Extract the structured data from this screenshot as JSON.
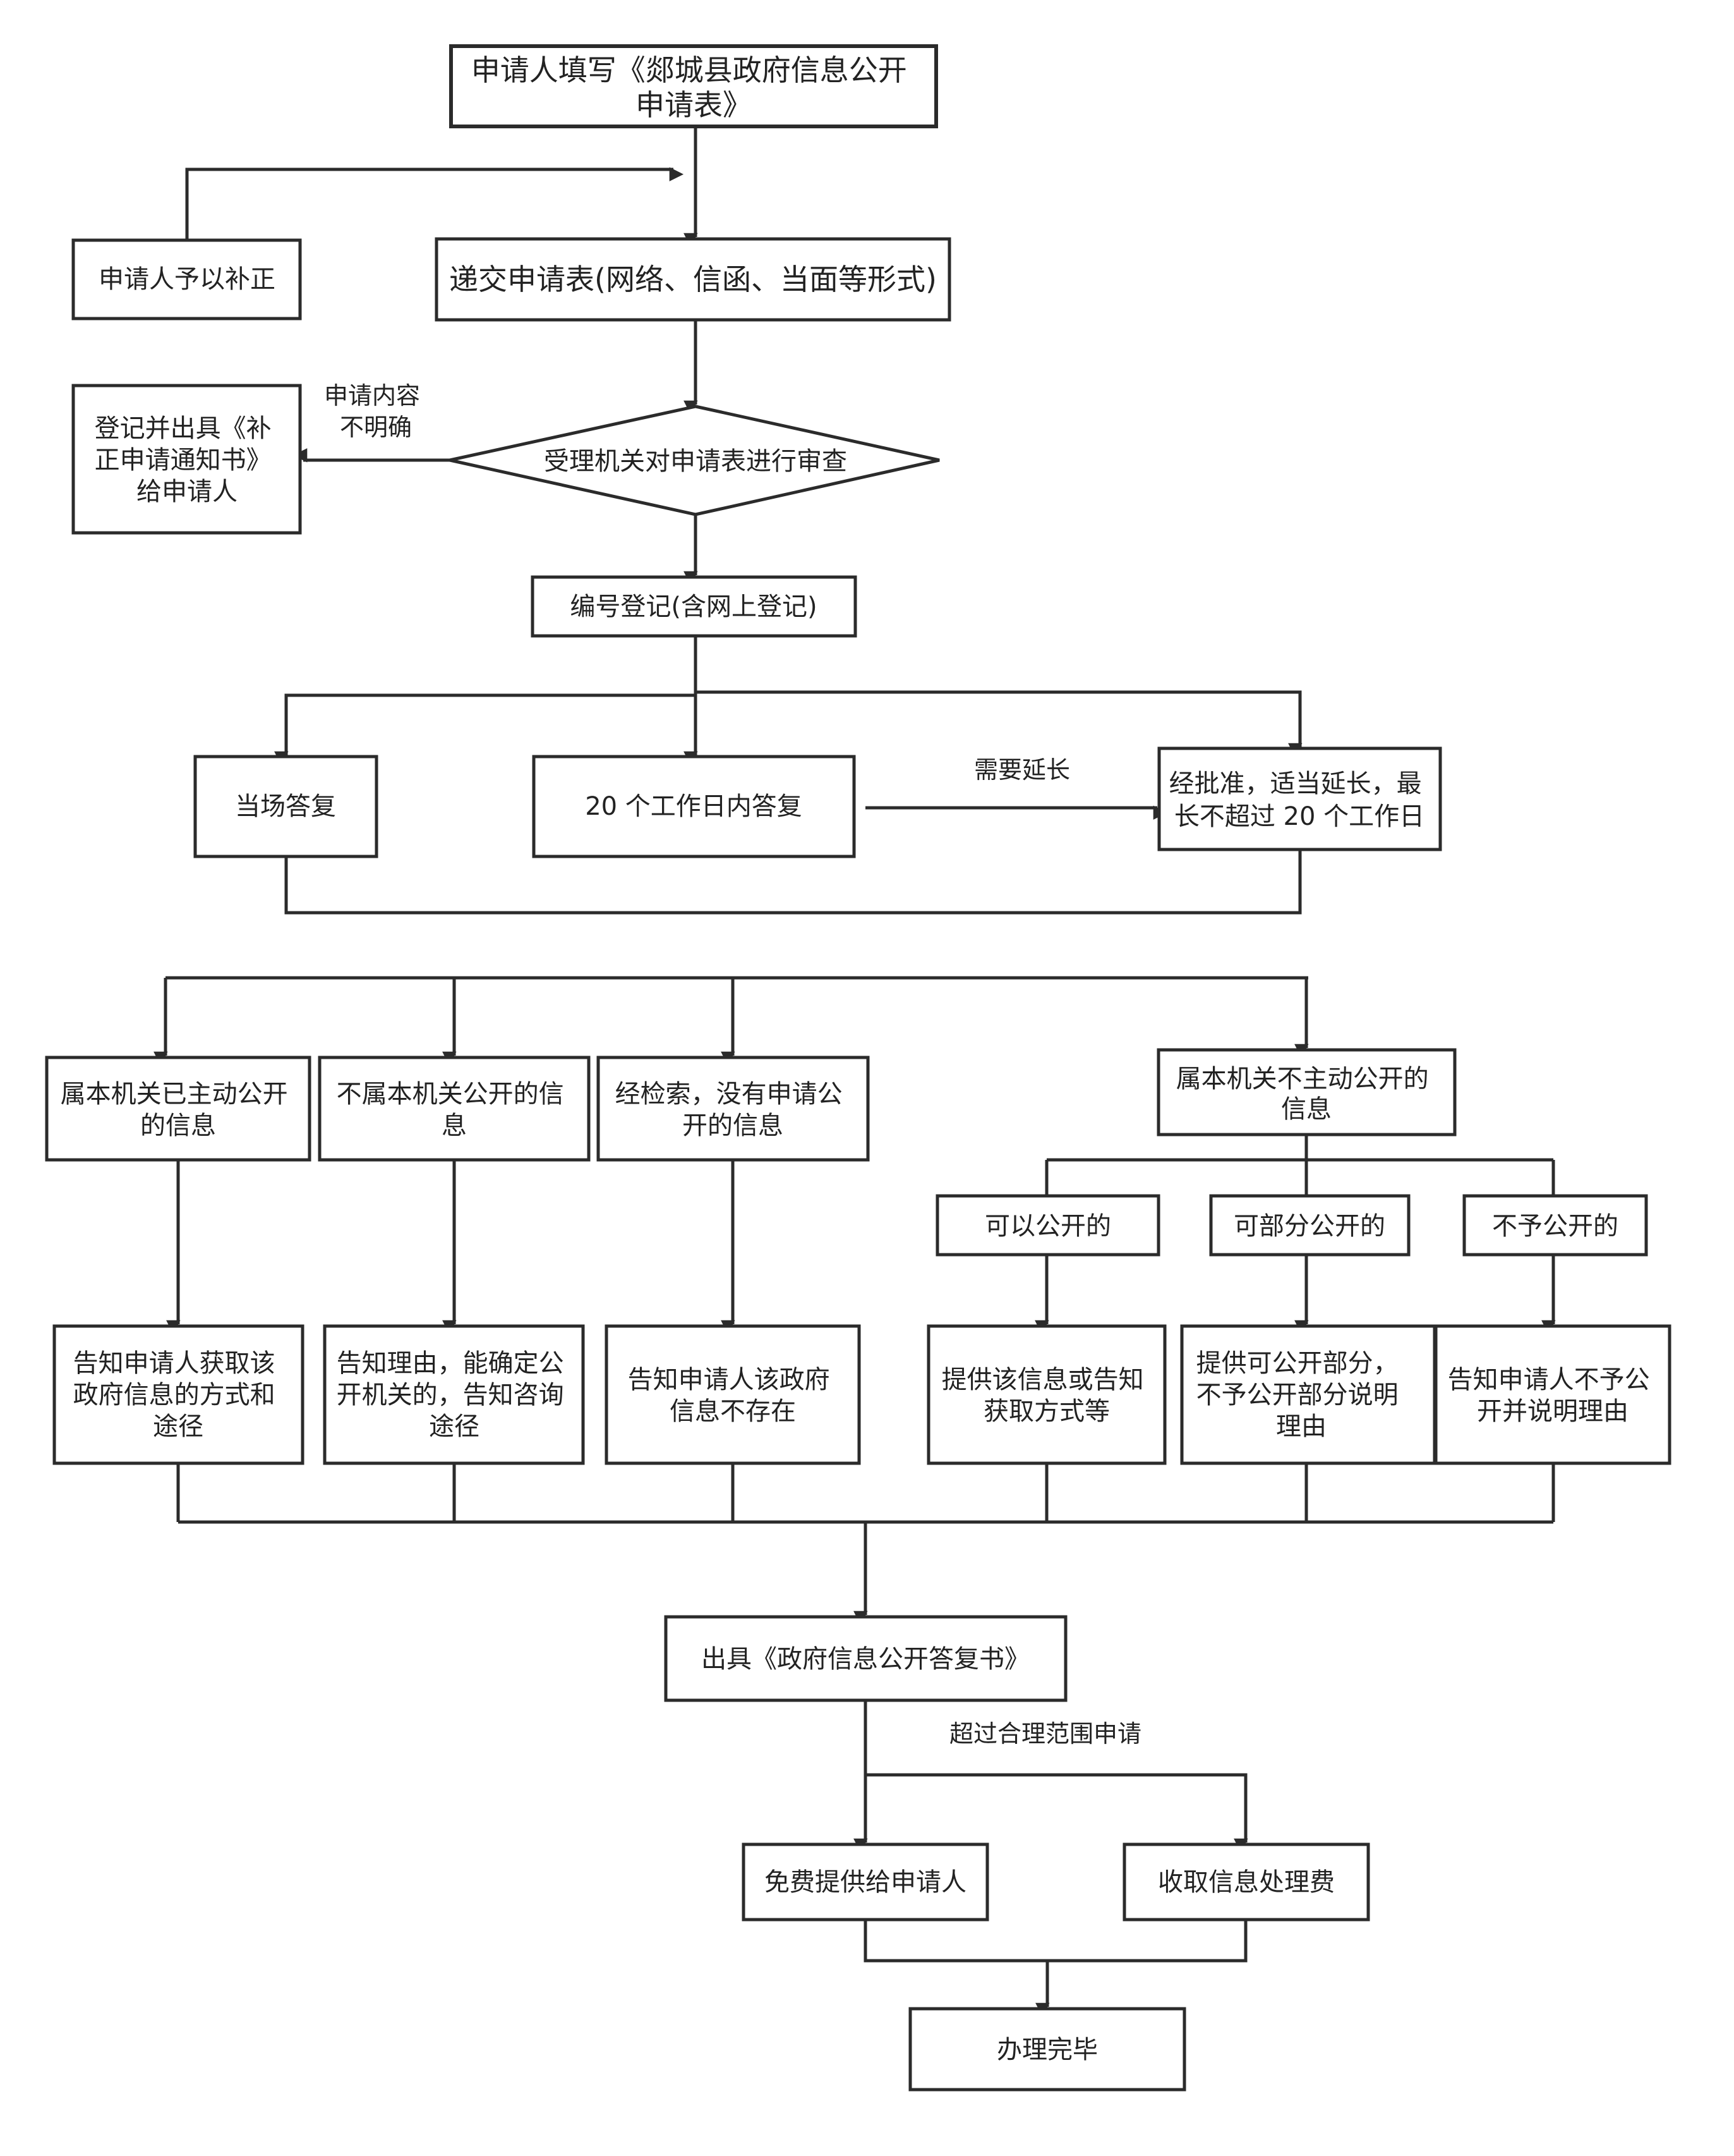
{
  "nodes": {
    "apply_form": {
      "lines": [
        "申请人填写《郯城县政府信息公开",
        "申请表》"
      ]
    },
    "correct": {
      "lines": [
        "申请人予以补正"
      ]
    },
    "submit": {
      "lines": [
        "递交申请表(网络、信函、当面等形式)"
      ]
    },
    "correction_notice": {
      "lines": [
        "登记并出具《补",
        "正申请通知书》",
        "给申请人"
      ]
    },
    "review": {
      "lines": [
        "受理机关对申请表进行审查"
      ]
    },
    "register": {
      "lines": [
        "编号登记(含网上登记)"
      ]
    },
    "reply_onsite": {
      "lines": [
        "当场答复"
      ]
    },
    "reply_20days": {
      "lines": [
        "20 个工作日内答复"
      ]
    },
    "extend": {
      "lines": [
        "经批准，适当延长，最",
        "长不超过 20 个工作日"
      ]
    },
    "cat_public": {
      "lines": [
        "属本机关已主动公开",
        "的信息"
      ]
    },
    "cat_not_ours": {
      "lines": [
        "不属本机关公开的信",
        "息"
      ]
    },
    "cat_not_found": {
      "lines": [
        "经检索，没有申请公",
        "开的信息"
      ]
    },
    "cat_not_proactive": {
      "lines": [
        "属本机关不主动公开的",
        "信息"
      ]
    },
    "sub_can": {
      "lines": [
        "可以公开的"
      ]
    },
    "sub_partial": {
      "lines": [
        "可部分公开的"
      ]
    },
    "sub_not": {
      "lines": [
        "不予公开的"
      ]
    },
    "res_public": {
      "lines": [
        "告知申请人获取该",
        "政府信息的方式和",
        "途径"
      ]
    },
    "res_not_ours": {
      "lines": [
        "告知理由，能确定公",
        "开机关的，告知咨询",
        "途径"
      ]
    },
    "res_not_found": {
      "lines": [
        "告知申请人该政府",
        "信息不存在"
      ]
    },
    "res_can": {
      "lines": [
        "提供该信息或告知",
        "获取方式等"
      ]
    },
    "res_partial": {
      "lines": [
        "提供可公开部分，",
        "不予公开部分说明",
        "理由"
      ]
    },
    "res_not": {
      "lines": [
        "告知申请人不予公",
        "开并说明理由"
      ]
    },
    "reply_letter": {
      "lines": [
        "出具《政府信息公开答复书》"
      ]
    },
    "free": {
      "lines": [
        "免费提供给申请人"
      ]
    },
    "fee": {
      "lines": [
        "收取信息处理费"
      ]
    },
    "done": {
      "lines": [
        "办理完毕"
      ]
    }
  },
  "edge_labels": {
    "unclear": [
      "申请内容",
      "不明确"
    ],
    "extension": [
      "需要延长"
    ],
    "over_scope": [
      "超过合理范围申请"
    ]
  }
}
